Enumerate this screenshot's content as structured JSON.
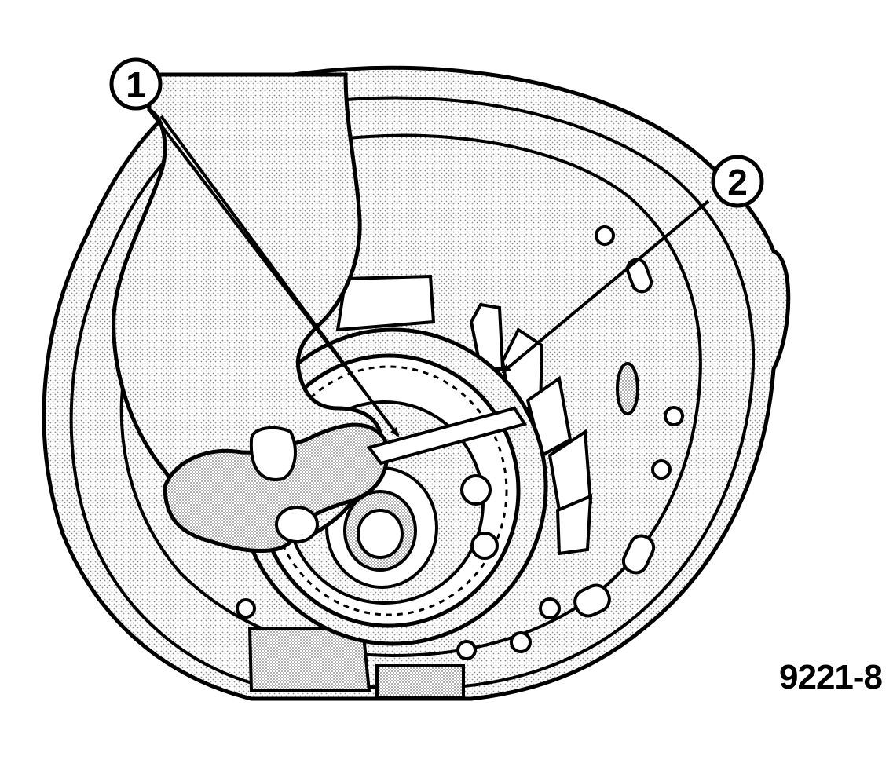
{
  "figure": {
    "number": "9221-8",
    "callouts": [
      {
        "label": "1"
      },
      {
        "label": "2"
      }
    ]
  },
  "colors": {
    "ink": "#000000",
    "paper": "#ffffff",
    "shade": "#dcdcdc"
  }
}
